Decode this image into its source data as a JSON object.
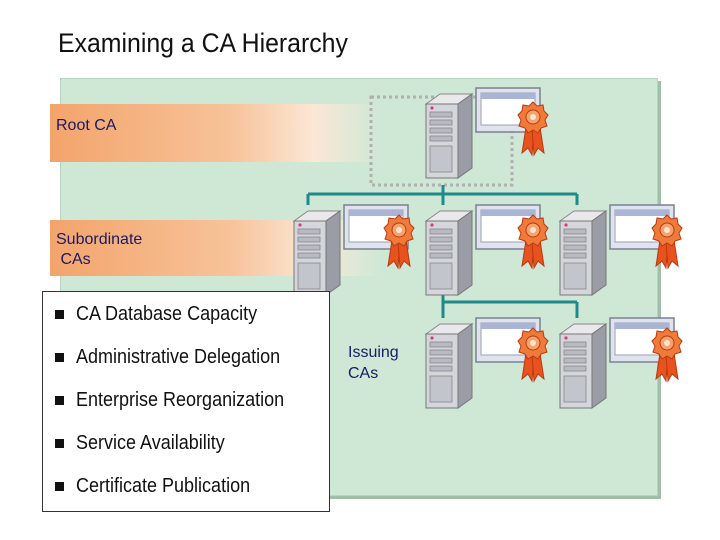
{
  "title": "Examining a CA Hierarchy",
  "bands": {
    "root_label": "Root CA",
    "sub_label": "Subordinate\n CAs"
  },
  "issuing_label": "Issuing\nCAs",
  "considerations": [
    "CA Database Capacity",
    "Administrative Delegation",
    "Enterprise Reorganization",
    "Service Availability",
    "Certificate Publication"
  ],
  "colors": {
    "panel": "#cfe8d6",
    "band": "#f3a46b",
    "connector": "#1f8a8a",
    "offline_box": "#b0b0b0",
    "certificate_seal": "#e8521f"
  },
  "icons": {
    "server": "server-icon",
    "certificate": "certificate-seal-icon",
    "monitor": "monitor-icon",
    "bullet": "square-bullet"
  }
}
